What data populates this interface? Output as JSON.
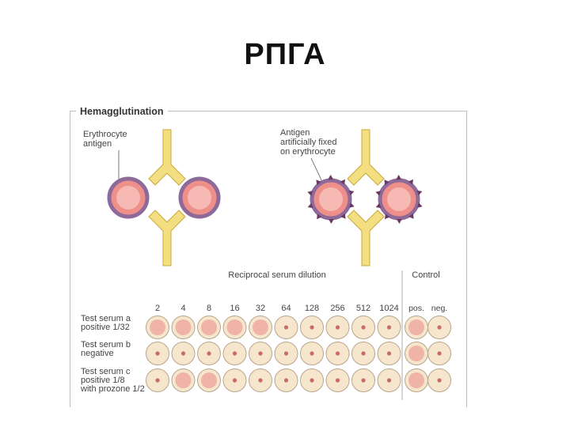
{
  "slide": {
    "title": "РПГА"
  },
  "figure": {
    "heading": "Hemagglutination",
    "left_diagram": {
      "label_line1": "Erythrocyte",
      "label_line2": "antigen"
    },
    "right_diagram": {
      "label_line1": "Antigen",
      "label_line2": "artificially fixed",
      "label_line3": "on erythrocyte"
    },
    "plate": {
      "header": "Reciprocal serum dilution",
      "control_header": "Control",
      "dilutions": [
        "2",
        "4",
        "8",
        "16",
        "32",
        "64",
        "128",
        "256",
        "512",
        "1024"
      ],
      "controls": [
        "pos.",
        "neg."
      ],
      "rows": [
        {
          "label_lines": [
            "Test serum a",
            "positive 1/32"
          ],
          "result": "positive",
          "agglutinated": [
            1,
            1,
            1,
            1,
            1,
            0,
            0,
            0,
            0,
            0
          ],
          "control_agglutinated": [
            1,
            0
          ]
        },
        {
          "label_lines": [
            "Test serum b",
            "negative"
          ],
          "result": "negative",
          "agglutinated": [
            0,
            0,
            0,
            0,
            0,
            0,
            0,
            0,
            0,
            0
          ],
          "control_agglutinated": [
            1,
            0
          ]
        },
        {
          "label_lines": [
            "Test serum c",
            "positive 1/8",
            "with prozone 1/2"
          ],
          "result": "positive with prozone",
          "agglutinated": [
            0,
            1,
            1,
            0,
            0,
            0,
            0,
            0,
            0,
            0
          ],
          "control_agglutinated": [
            1,
            0
          ]
        }
      ]
    },
    "colors": {
      "antibody": "#f3df82",
      "antibody_outline": "#c8a93a",
      "erythrocyte_fill": "#ef8f8a",
      "erythrocyte_core": "#f7b9b4",
      "rim": "#8e6a9a",
      "antigen_marker": "#6a3a64",
      "well": "#f6e6cd",
      "well_outline": "#b7a58c",
      "agglutinated": "#f0b3a8",
      "dot": "#c96a6a"
    }
  }
}
